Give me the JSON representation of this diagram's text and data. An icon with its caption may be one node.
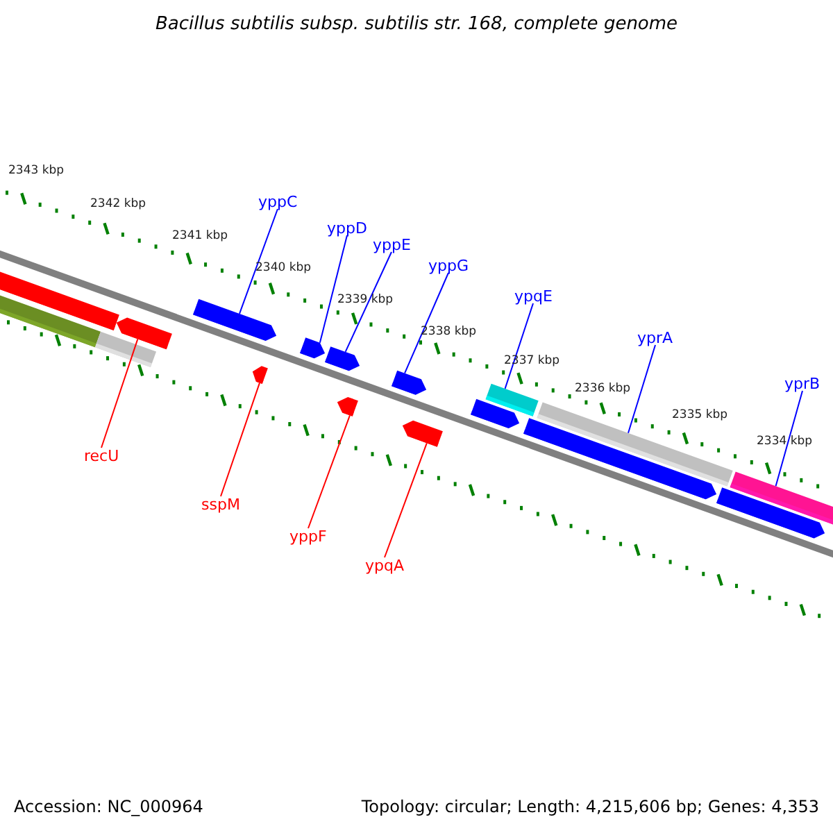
{
  "diagram": {
    "title": "Bacillus subtilis subsp. subtilis str. 168, complete genome",
    "nodes": [
      {
        "text": [
          "yppC"
        ]
      },
      {
        "text": [
          "yppD"
        ]
      },
      {
        "text": [
          "yppE"
        ]
      },
      {
        "text": [
          "yppG"
        ]
      },
      {
        "text": [
          "ypqE"
        ]
      },
      {
        "text": [
          "yprA"
        ]
      },
      {
        "text": [
          "yprB"
        ]
      },
      {
        "text": [
          "recU"
        ]
      },
      {
        "text": [
          "sspM"
        ]
      },
      {
        "text": [
          "yppF"
        ]
      },
      {
        "text": [
          "ypqA"
        ]
      },
      {
        "text": [],
        "shape": "bar"
      },
      {
        "text": [],
        "shape": "bar"
      },
      {
        "text": [],
        "shape": "bar"
      },
      {
        "text": [],
        "shape": "pentagon"
      },
      {
        "text": [],
        "shape": "pentagon"
      },
      {
        "text": [],
        "shape": "pentagon"
      },
      {
        "text": [],
        "shape": "pentagon"
      },
      {
        "text": [],
        "shape": "pentagon"
      },
      {
        "text": [],
        "shape": "pentagon"
      },
      {
        "text": [],
        "shape": "pentagon"
      },
      {
        "text": [],
        "shape": "pentagon"
      },
      {
        "text": [],
        "shape": "pentagon"
      },
      {
        "text": [],
        "shape": "bar"
      },
      {
        "text": [],
        "shape": "pentagon"
      },
      {
        "text": [],
        "shape": "bar"
      },
      {
        "text": [],
        "shape": "pentagon"
      },
      {
        "text": [],
        "shape": "bar"
      }
    ],
    "edges": [
      {
        "from": 0,
        "to": 15,
        "arrow": "none"
      },
      {
        "from": 1,
        "to": 17,
        "arrow": "none"
      },
      {
        "from": 2,
        "to": 18,
        "arrow": "none"
      },
      {
        "from": 3,
        "to": 20,
        "arrow": "none"
      },
      {
        "from": 4,
        "to": 23,
        "arrow": "none"
      },
      {
        "from": 5,
        "to": 25,
        "arrow": "none"
      },
      {
        "from": 6,
        "to": 27,
        "arrow": "none"
      },
      {
        "from": 7,
        "to": 14,
        "arrow": "none",
        "color": "#ff0000"
      },
      {
        "from": 8,
        "to": 16,
        "arrow": "none",
        "color": "#ff0000"
      },
      {
        "from": 9,
        "to": 19,
        "arrow": "none",
        "color": "#ff0000"
      },
      {
        "from": 10,
        "to": 21,
        "arrow": "none",
        "color": "#ff0000"
      }
    ],
    "labels": [
      "2343 kbp",
      "2342 kbp",
      "2341 kbp",
      "2340 kbp",
      "2339 kbp",
      "2338 kbp",
      "2337 kbp",
      "2336 kbp",
      "2335 kbp",
      "2334 kbp",
      "Accession: NC_000964",
      "Topology: circular; Length: 4,215,606 bp; Genes: 4,353"
    ]
  }
}
